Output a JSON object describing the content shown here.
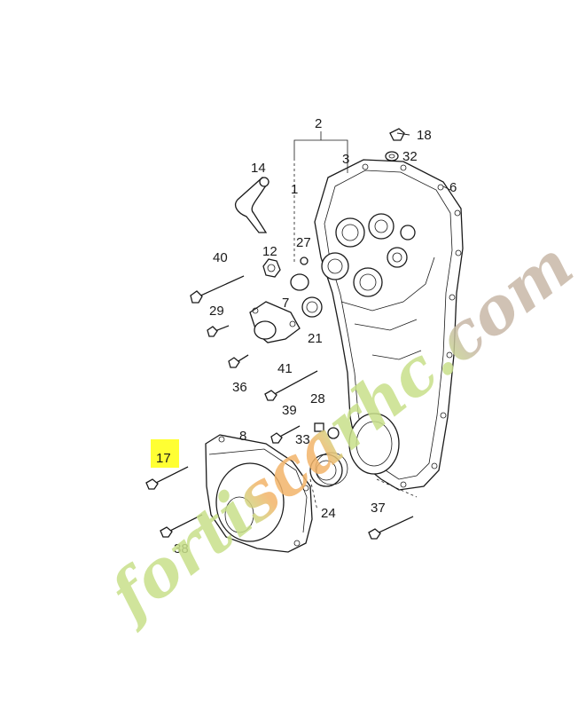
{
  "diagram": {
    "callouts": [
      "1",
      "2",
      "3",
      "6",
      "7",
      "8",
      "12",
      "14",
      "17",
      "18",
      "21",
      "24",
      "27",
      "28",
      "29",
      "32",
      "33",
      "36",
      "37",
      "38",
      "39",
      "40",
      "41"
    ],
    "highlighted_callout": "17",
    "highlight_color": "#ffff33"
  },
  "watermark": {
    "text": "fortiscarhc.com",
    "green": "#c8e08a",
    "orange": "#f3b56a",
    "brown": "#c8b8a8"
  }
}
